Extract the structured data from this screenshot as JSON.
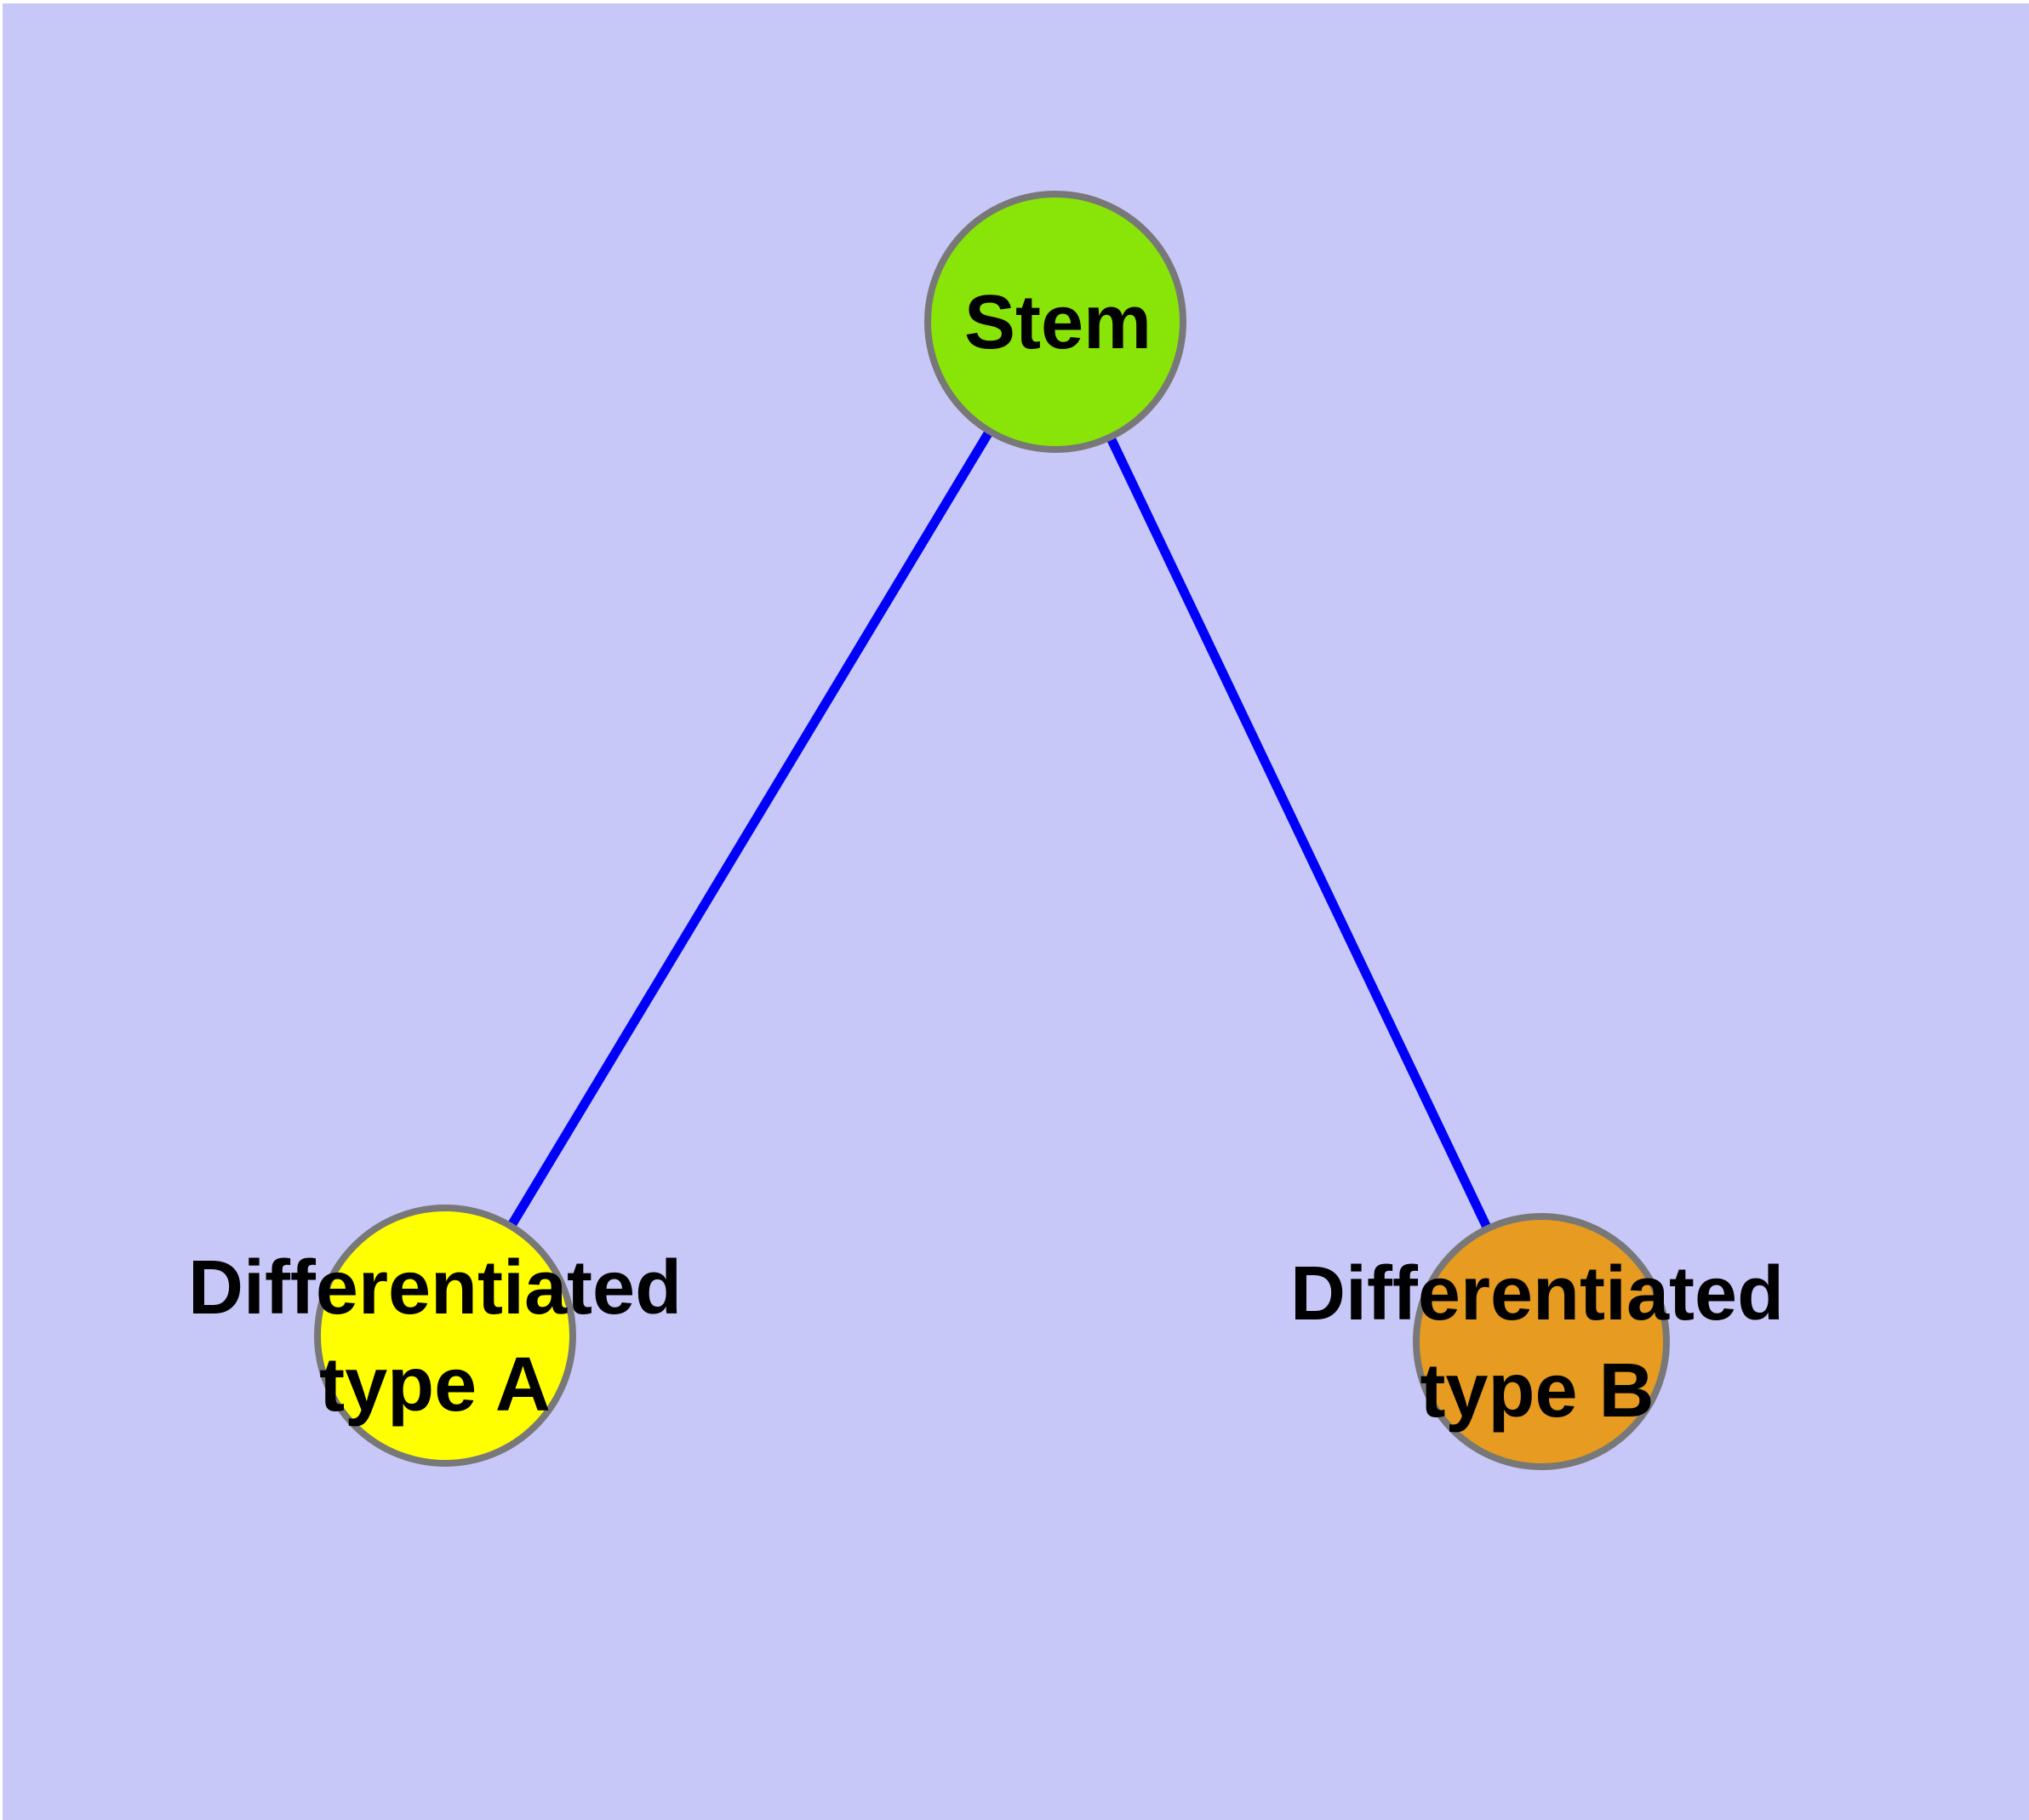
{
  "diagram": {
    "type": "node-link-graph",
    "colors": {
      "background": "#c8c8f8",
      "page_margin": "#ffffff",
      "edge": "#0000fa",
      "node_border": "#787878",
      "label_text": "#000000"
    },
    "nodes": {
      "stem": {
        "label": "Stem",
        "fill": "#89e407"
      },
      "typeA": {
        "label": "Differentiated\ntype A",
        "fill": "#ffff00"
      },
      "typeB": {
        "label": "Differentiated\ntype B",
        "fill": "#e79b20"
      }
    },
    "edges": [
      {
        "from": "Stem",
        "to": "Differentiated type A"
      },
      {
        "from": "Stem",
        "to": "Differentiated type B"
      }
    ]
  }
}
